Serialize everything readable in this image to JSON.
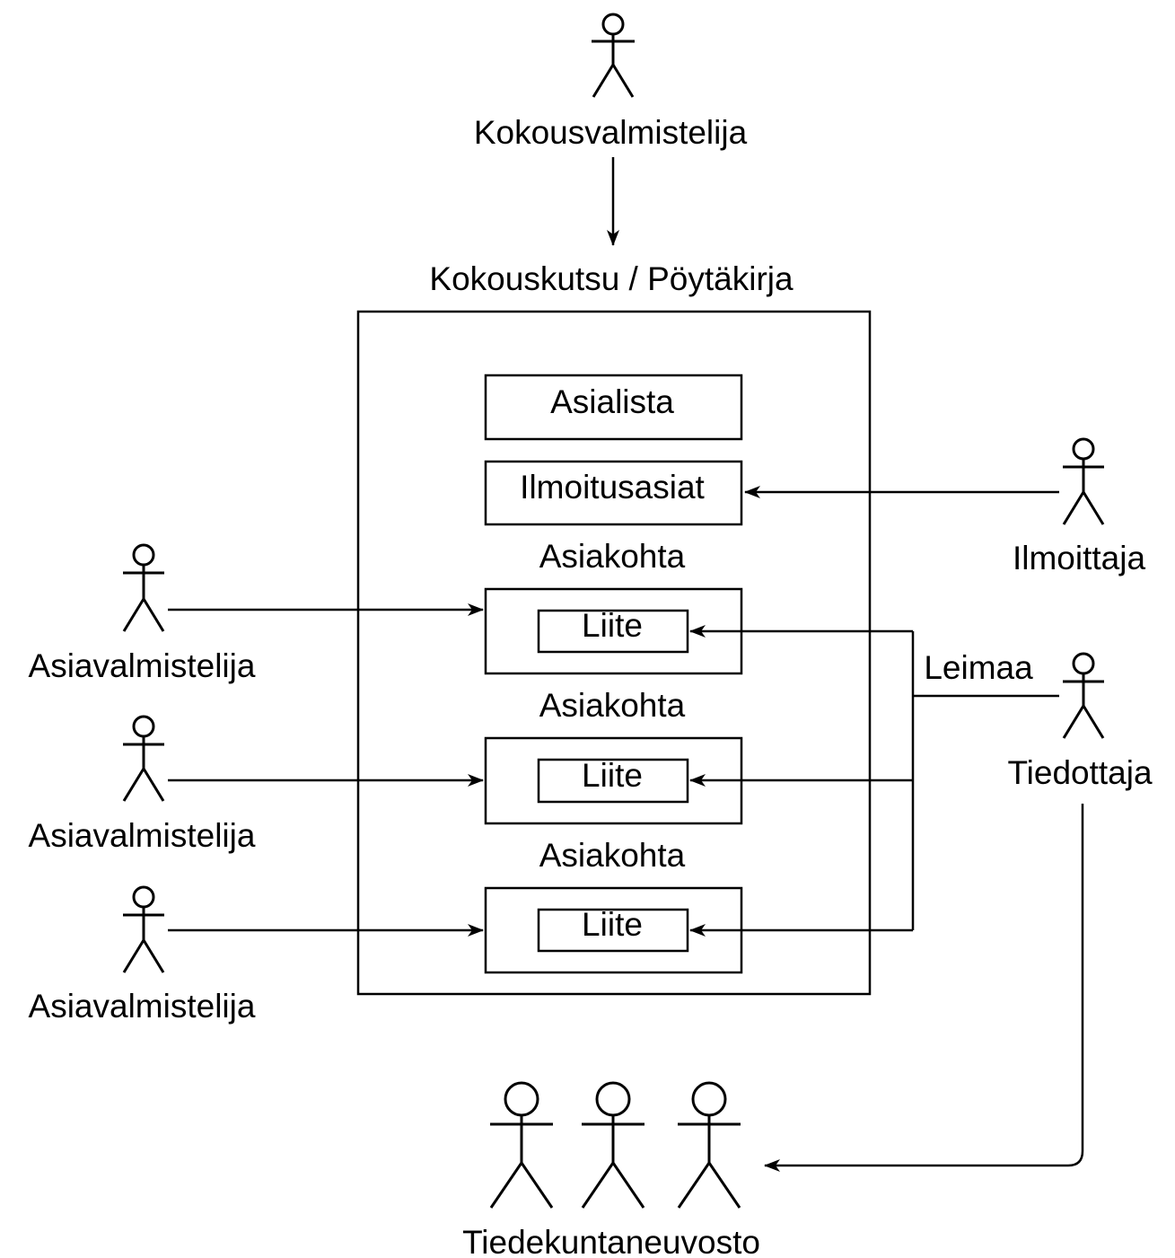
{
  "diagram": {
    "container_title": "Kokouskutsu / Pöytäkirja",
    "boxes": {
      "agenda": "Asialista",
      "announcements": "Ilmoitusasiat",
      "item_label": "Asiakohta",
      "attachment_label": "Liite"
    },
    "actors": {
      "meeting_preparer": "Kokousvalmistelija",
      "announcer": "Ilmoittaja",
      "case_preparers": [
        "Asiavalmistelija",
        "Asiavalmistelija",
        "Asiavalmistelija"
      ],
      "communicator": "Tiedottaja",
      "faculty_council": "Tiedekuntaneuvosto"
    },
    "edge_labels": {
      "stamp": "Leimaa"
    }
  }
}
